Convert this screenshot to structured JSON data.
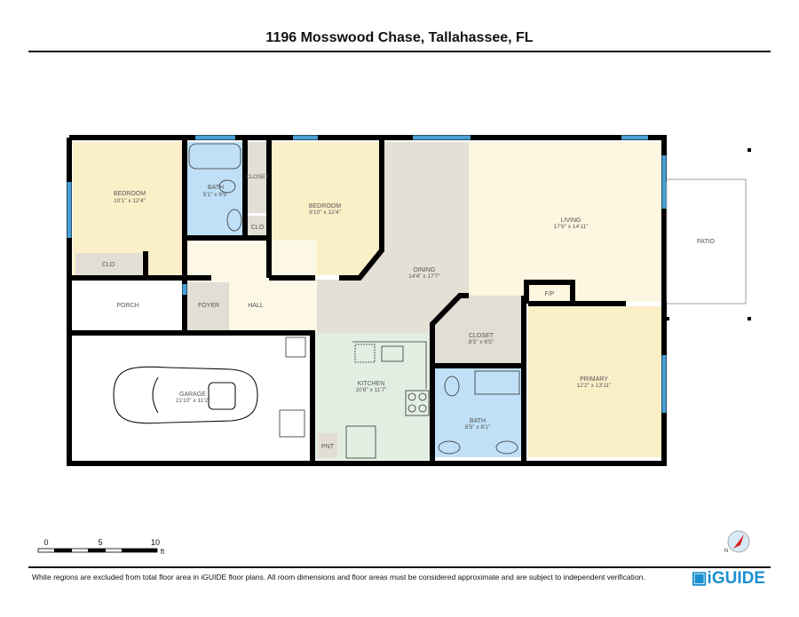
{
  "title": "1196 Mosswood Chase, Tallahassee, FL",
  "rooms": {
    "bedroom1": {
      "name": "BEDROOM",
      "dims": "10'1\" x 12'4\""
    },
    "bath1": {
      "name": "BATH",
      "dims": "5'1\" x 8'9\""
    },
    "closet1": {
      "name": "CLOSET"
    },
    "clo1": {
      "name": "CLO"
    },
    "clo2": {
      "name": "CLO"
    },
    "bedroom2": {
      "name": "BEDROOM",
      "dims": "9'10\" x 12'4\""
    },
    "dining": {
      "name": "DINING",
      "dims": "14'4\" x 17'7\""
    },
    "living": {
      "name": "LIVING",
      "dims": "17'8\" x 14'11\""
    },
    "patio": {
      "name": "PATIO"
    },
    "porch": {
      "name": "PORCH"
    },
    "foyer": {
      "name": "FOYER"
    },
    "hall": {
      "name": "HALL"
    },
    "fp": {
      "name": "F/P"
    },
    "closet2": {
      "name": "CLOSET",
      "dims": "8'5\" x 6'5\""
    },
    "primary": {
      "name": "PRIMARY",
      "dims": "12'2\" x 13'11\""
    },
    "garage": {
      "name": "GARAGE",
      "dims": "21'10\" x 11'2\""
    },
    "kitchen": {
      "name": "KITCHEN",
      "dims": "10'8\" x 11'7\""
    },
    "bath2": {
      "name": "BATH",
      "dims": "8'5\" x 8'1\""
    },
    "pantry": {
      "name": "PNT"
    }
  },
  "scale": {
    "ticks": [
      "0",
      "5",
      "10"
    ],
    "unit": "ft"
  },
  "compass": {
    "label": "N"
  },
  "footer": {
    "disclaimer": "White regions are excluded from total floor area in iGUIDE floor plans. All room dimensions and floor areas must be considered approximate and are subject to independent verification.",
    "brand": "iGUIDE"
  },
  "colors": {
    "bedroom": "#fbefc8",
    "bath": "#bfe0f6",
    "closet": "#e2ded6",
    "living": "#fdf6e0",
    "kitchen": "#e3eee3",
    "window": "#4a9fd4",
    "wall": "#000000",
    "brand": "#1a8fd0"
  }
}
